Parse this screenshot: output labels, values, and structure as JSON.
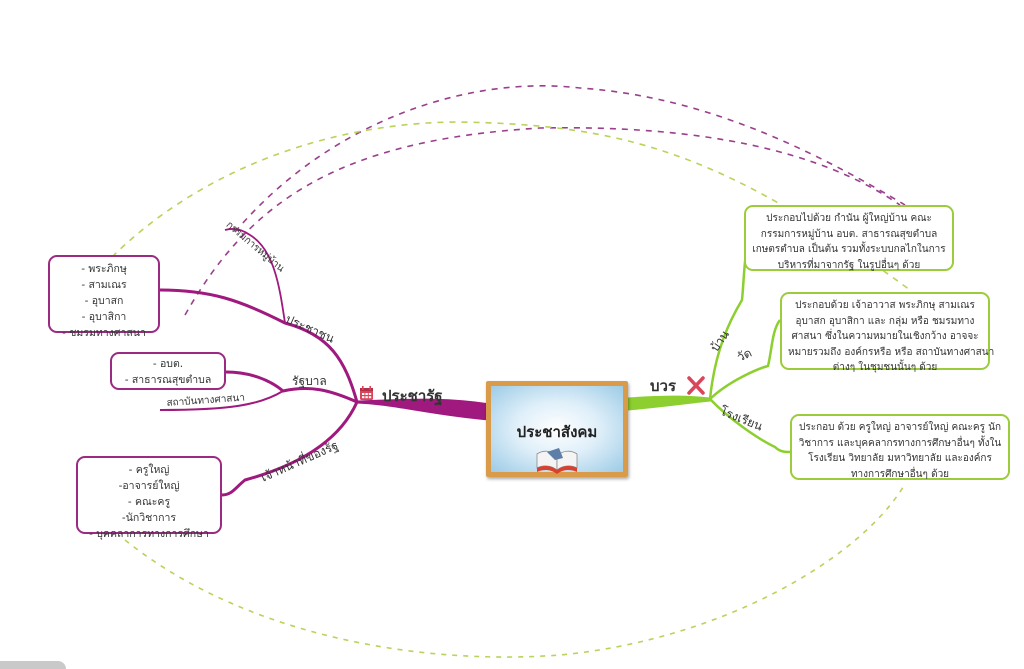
{
  "central_topic": {
    "title": "ประชาสังคม",
    "icon": "open-book-icon"
  },
  "colors": {
    "left_branch": "#a0197e",
    "right_branch": "#8ccf2e",
    "left_note_border": "#9b2a83",
    "right_note_border": "#9ccc3c",
    "relation_purple": "#9b3f8c",
    "relation_green": "#b9d35a",
    "cross_marker": "#d9465a",
    "calendar_icon": "#d9465a"
  },
  "left_branch": {
    "label": "ประชารัฐ",
    "icon": "calendar-icon",
    "subtopics": [
      {
        "label": "ประชาชน",
        "children": [
          {
            "label": "กรรมการหมู่บ้าน"
          }
        ],
        "note": [
          "- พระภิกษุ",
          "- สามเณร",
          "- อุบาสก",
          "- อุบาสิกา",
          "- ชมรมทางศาสนา"
        ]
      },
      {
        "label": "รัฐบาล",
        "children": [
          {
            "label": "สถาบันทางศาสนา"
          }
        ],
        "note": [
          "- อบต.",
          "- สาธารณสุขตำบล"
        ]
      },
      {
        "label": "เจ้าหน้าที่ของรัฐ",
        "children": [],
        "note": [
          "- ครูใหญ่",
          "-อาจารย์ใหญ่",
          "- คณะครู",
          "-นักวิชาการ",
          "- บุคคลาการทางการศึกษา"
        ]
      }
    ]
  },
  "right_branch": {
    "label": "บวร",
    "icon": "cross-icon",
    "subtopics": [
      {
        "label": "บ้าน",
        "note": [
          "ประกอบไปด้วย กำนัน ผู้ใหญ่บ้าน คณะ",
          "กรรมการหมู่บ้าน อบต. สาธารณสุขตำบล",
          "เกษตรตำบล เป็นต้น รวมทั้งระบบกลไกในการ",
          "บริหารที่มาจากรัฐ ในรูปอื่นๆ ด้วย"
        ]
      },
      {
        "label": "วัด",
        "note": [
          "ประกอบด้วย เจ้าอาวาส พระภิกษุ สามเณร",
          "อุบาสก อุบาสิกา และ กลุ่ม หรือ ชมรมทาง",
          "ศาสนา ซึ่งในความหมายในเชิงกว้าง อาจจะ",
          "หมายรวมถึง องค์กรหรือ หรือ สถาบันทางศาสนา",
          "ต่างๆ ในชุมชนนั้นๆ ด้วย"
        ]
      },
      {
        "label": "โรงเรียน",
        "note": [
          "ประกอบ ด้วย ครูใหญ่ อาจารย์ใหญ่ คณะครู นัก",
          "วิชาการ และบุคคลากรทางการศึกษาอื่นๆ ทั้งใน",
          "โรงเรียน วิทยาลัย มหาวิทยาลัย และองค์กร",
          "ทางการศึกษาอื่นๆ ด้วย"
        ]
      }
    ]
  },
  "relationships": [
    {
      "from": "ประชาชน",
      "to": "บ้าน",
      "style": "dashed",
      "color": "purple"
    },
    {
      "from": "กรรมการหมู่บ้าน",
      "to": "บ้าน",
      "style": "dashed",
      "color": "purple"
    },
    {
      "from": "ประชาชน note",
      "to": "วัด note",
      "style": "dashed",
      "color": "green"
    },
    {
      "from": "เจ้าหน้าที่ของรัฐ note",
      "to": "โรงเรียน note",
      "style": "dashed",
      "color": "green"
    }
  ]
}
